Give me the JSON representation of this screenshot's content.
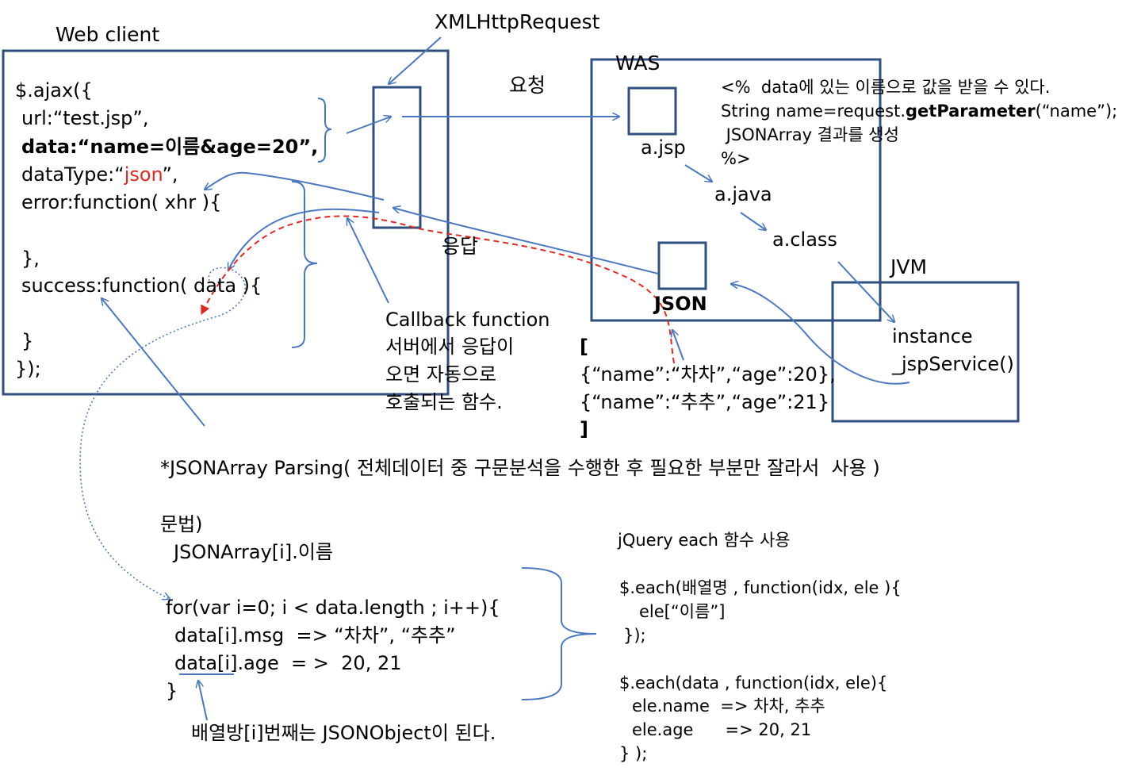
{
  "web_client": {
    "title": "Web client",
    "code": {
      "l1": "$.ajax({",
      "l2": "url:“test.jsp”,",
      "l3": "data:“name=이름&age=20”,",
      "l4_prefix": "dataType:“",
      "l4_json": "json",
      "l4_suffix": "”,",
      "l5": "error:function( xhr ){",
      "l6": "},",
      "l7": "success:function( data ){",
      "l8": "}",
      "l9": "});"
    }
  },
  "xhr_label": "XMLHttpRequest",
  "request_label": "요청",
  "response_label": "응답",
  "was": {
    "title": "WAS",
    "jsp_label": "a.jsp",
    "java_label": "a.java",
    "class_label": "a.class",
    "json_label": "JSON",
    "note": {
      "l1": "<%  data에 있는 이름으로 값을 받을 수 있다.",
      "l2_prefix": "String name=request.",
      "l2_bold": "getParameter",
      "l2_suffix": "(“name”);",
      "l3": " JSONArray 결과를 생성",
      "l4": "%>"
    }
  },
  "jvm": {
    "title": "JVM",
    "l1": "instance",
    "l2": "_jspService()"
  },
  "callback": {
    "l1": "Callback function",
    "l2": "서버에서 응답이",
    "l3": "오면 자동으로",
    "l4": "호출되는 함수."
  },
  "json_sample": {
    "open": "[",
    "row1": "{“name”:“차차”,“age”:20},",
    "row2": "{“name”:“추추”,“age”:21}",
    "close": "]"
  },
  "parsing": {
    "title": "*JSONArray Parsing( 전체데이터 중 구문분석을 수행한 후 필요한 부분만 잘라서  사용 )",
    "grammar": "문법)",
    "syntax": "JSONArray[i].이름",
    "for_l1": "for(var i=0; i < data.length ; i++){",
    "for_l2": "data[i].msg  => “차차”, “추추”",
    "for_l3": "data[i].age  = >  20, 21",
    "for_l4": "}",
    "note": "배열방[i]번째는 JSONObject이 된다."
  },
  "jquery_each": {
    "title": "jQuery each 함수 사용",
    "a1": "$.each(배열명 , function(idx, ele ){",
    "a2": "ele[“이름”]",
    "a3": "});",
    "b1": "$.each(data , function(idx, ele){",
    "b2": "ele.name  => 차차, 추추",
    "b3": "ele.age      => 20, 21",
    "b4": "} );"
  },
  "colors": {
    "box_stroke": "#2f4f7f",
    "arrow": "#4a78c0",
    "red_dash": "#e0291f",
    "json_text": "#e0291f"
  }
}
